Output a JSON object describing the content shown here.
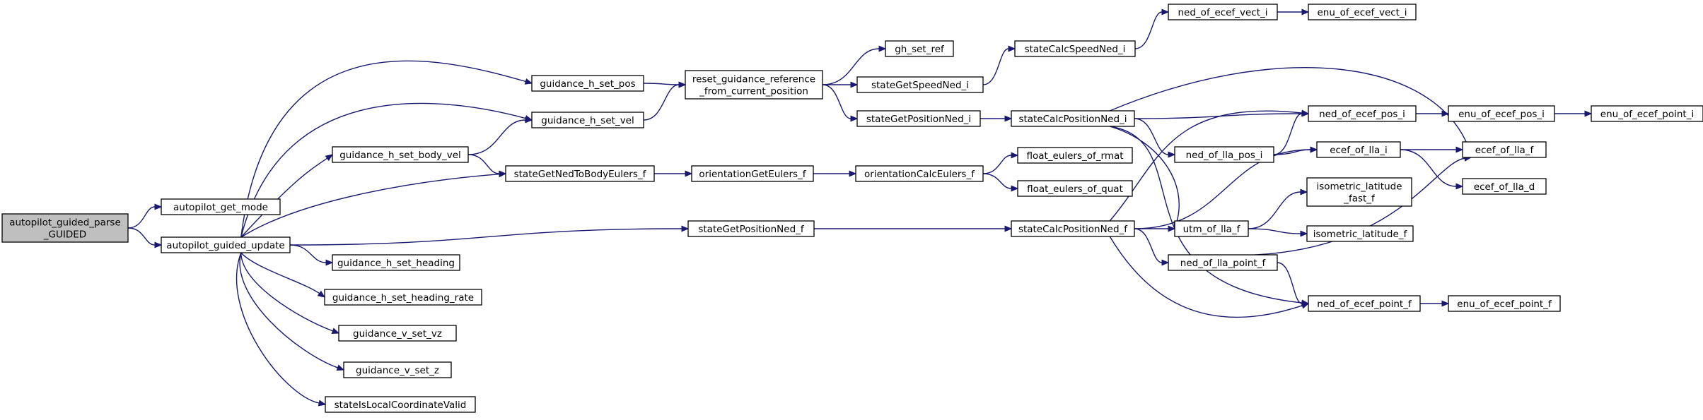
{
  "diagram": {
    "colors": {
      "edge": "#191970",
      "root_fill": "#bfbfbf",
      "node_fill": "#ffffff",
      "border": "#000000"
    },
    "nodes": [
      {
        "id": "n_parse",
        "lines": [
          "autopilot_guided_parse",
          "_GUIDED"
        ],
        "root": true
      },
      {
        "id": "n_getmode",
        "lines": [
          "autopilot_get_mode"
        ]
      },
      {
        "id": "n_update",
        "lines": [
          "autopilot_guided_update"
        ]
      },
      {
        "id": "n_setpos",
        "lines": [
          "guidance_h_set_pos"
        ]
      },
      {
        "id": "n_setvel",
        "lines": [
          "guidance_h_set_vel"
        ]
      },
      {
        "id": "n_setbodyvel",
        "lines": [
          "guidance_h_set_body_vel"
        ]
      },
      {
        "id": "n_setheading",
        "lines": [
          "guidance_h_set_heading"
        ]
      },
      {
        "id": "n_setheadingrate",
        "lines": [
          "guidance_h_set_heading_rate"
        ]
      },
      {
        "id": "n_vsetvz",
        "lines": [
          "guidance_v_set_vz"
        ]
      },
      {
        "id": "n_vsetz",
        "lines": [
          "guidance_v_set_z"
        ]
      },
      {
        "id": "n_islocal",
        "lines": [
          "stateIsLocalCoordinateValid"
        ]
      },
      {
        "id": "n_reset",
        "lines": [
          "reset_guidance_reference",
          "_from_current_position"
        ]
      },
      {
        "id": "n_nedtobody",
        "lines": [
          "stateGetNedToBodyEulers_f"
        ]
      },
      {
        "id": "n_getposnedf",
        "lines": [
          "stateGetPositionNed_f"
        ]
      },
      {
        "id": "n_ghsetref",
        "lines": [
          "gh_set_ref"
        ]
      },
      {
        "id": "n_getspeedned",
        "lines": [
          "stateGetSpeedNed_i"
        ]
      },
      {
        "id": "n_getposnedi",
        "lines": [
          "stateGetPositionNed_i"
        ]
      },
      {
        "id": "n_orientget",
        "lines": [
          "orientationGetEulers_f"
        ]
      },
      {
        "id": "n_orientcalc",
        "lines": [
          "orientationCalcEulers_f"
        ]
      },
      {
        "id": "n_calcspeed",
        "lines": [
          "stateCalcSpeedNed_i"
        ]
      },
      {
        "id": "n_calcposi",
        "lines": [
          "stateCalcPositionNed_i"
        ]
      },
      {
        "id": "n_calcposf",
        "lines": [
          "stateCalcPositionNed_f"
        ]
      },
      {
        "id": "n_rmat",
        "lines": [
          "float_eulers_of_rmat"
        ]
      },
      {
        "id": "n_quat",
        "lines": [
          "float_eulers_of_quat"
        ]
      },
      {
        "id": "n_nedvect",
        "lines": [
          "ned_of_ecef_vect_i"
        ]
      },
      {
        "id": "n_enuvect",
        "lines": [
          "enu_of_ecef_vect_i"
        ]
      },
      {
        "id": "n_nedposi",
        "lines": [
          "ned_of_ecef_pos_i"
        ]
      },
      {
        "id": "n_nedllaposi",
        "lines": [
          "ned_of_lla_pos_i"
        ]
      },
      {
        "id": "n_utm",
        "lines": [
          "utm_of_lla_f"
        ]
      },
      {
        "id": "n_nedllapointf",
        "lines": [
          "ned_of_lla_point_f"
        ]
      },
      {
        "id": "n_nedecefpointf",
        "lines": [
          "ned_of_ecef_point_f"
        ]
      },
      {
        "id": "n_ecefllai",
        "lines": [
          "ecef_of_lla_i"
        ]
      },
      {
        "id": "n_isolatfast",
        "lines": [
          "isometric_latitude",
          "_fast_f"
        ]
      },
      {
        "id": "n_isolat",
        "lines": [
          "isometric_latitude_f"
        ]
      },
      {
        "id": "n_enuposi",
        "lines": [
          "enu_of_ecef_pos_i"
        ]
      },
      {
        "id": "n_enupointi",
        "lines": [
          "enu_of_ecef_point_i"
        ]
      },
      {
        "id": "n_eceflla_f",
        "lines": [
          "ecef_of_lla_f"
        ]
      },
      {
        "id": "n_eceflla_d",
        "lines": [
          "ecef_of_lla_d"
        ]
      },
      {
        "id": "n_enupointf",
        "lines": [
          "enu_of_ecef_point_f"
        ]
      }
    ],
    "edges": [
      [
        "n_parse",
        "n_getmode"
      ],
      [
        "n_parse",
        "n_update"
      ],
      [
        "n_update",
        "n_setpos"
      ],
      [
        "n_update",
        "n_setvel"
      ],
      [
        "n_update",
        "n_setbodyvel"
      ],
      [
        "n_update",
        "n_nedtobody"
      ],
      [
        "n_update",
        "n_getposnedf"
      ],
      [
        "n_update",
        "n_setheading"
      ],
      [
        "n_update",
        "n_setheadingrate"
      ],
      [
        "n_update",
        "n_vsetvz"
      ],
      [
        "n_update",
        "n_vsetz"
      ],
      [
        "n_update",
        "n_islocal"
      ],
      [
        "n_setpos",
        "n_reset"
      ],
      [
        "n_setvel",
        "n_reset"
      ],
      [
        "n_setbodyvel",
        "n_setvel"
      ],
      [
        "n_setbodyvel",
        "n_nedtobody"
      ],
      [
        "n_reset",
        "n_ghsetref"
      ],
      [
        "n_reset",
        "n_getspeedned"
      ],
      [
        "n_reset",
        "n_getposnedi"
      ],
      [
        "n_nedtobody",
        "n_orientget"
      ],
      [
        "n_orientget",
        "n_orientcalc"
      ],
      [
        "n_orientcalc",
        "n_rmat"
      ],
      [
        "n_orientcalc",
        "n_quat"
      ],
      [
        "n_getspeedned",
        "n_calcspeed"
      ],
      [
        "n_calcspeed",
        "n_nedvect"
      ],
      [
        "n_nedvect",
        "n_enuvect"
      ],
      [
        "n_getposnedi",
        "n_calcposi"
      ],
      [
        "n_getposnedf",
        "n_calcposf"
      ],
      [
        "n_calcposi",
        "n_nedposi"
      ],
      [
        "n_calcposi",
        "n_nedllaposi"
      ],
      [
        "n_calcposi",
        "n_utm"
      ],
      [
        "n_calcposi",
        "n_eceflla_f"
      ],
      [
        "n_calcposi",
        "n_nedecefpointf"
      ],
      [
        "n_calcposf",
        "n_utm"
      ],
      [
        "n_calcposf",
        "n_nedllapointf"
      ],
      [
        "n_calcposf",
        "n_nedecefpointf"
      ],
      [
        "n_calcposf",
        "n_ecefllai"
      ],
      [
        "n_calcposf",
        "n_nedposi"
      ],
      [
        "n_nedllaposi",
        "n_nedposi"
      ],
      [
        "n_nedllaposi",
        "n_ecefllai"
      ],
      [
        "n_utm",
        "n_isolatfast"
      ],
      [
        "n_utm",
        "n_isolat"
      ],
      [
        "n_nedllapointf",
        "n_nedecefpointf"
      ],
      [
        "n_nedllapointf",
        "n_eceflla_f"
      ],
      [
        "n_nedposi",
        "n_enuposi"
      ],
      [
        "n_enuposi",
        "n_enupointi"
      ],
      [
        "n_ecefllai",
        "n_eceflla_f"
      ],
      [
        "n_ecefllai",
        "n_eceflla_d"
      ],
      [
        "n_nedecefpointf",
        "n_enupointf"
      ]
    ]
  }
}
